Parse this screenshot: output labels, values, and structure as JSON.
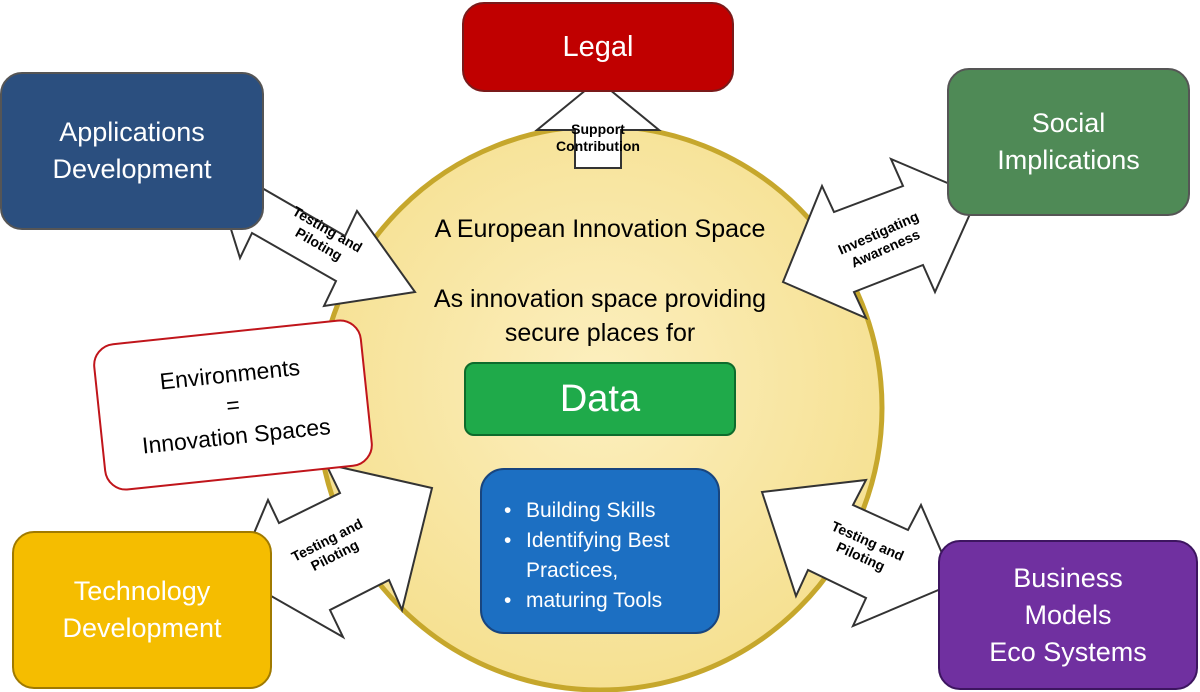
{
  "center": {
    "line1": "A European  Innovation  Space",
    "line2": "As innovation  space providing",
    "line3": "secure places for",
    "data_label": "Data",
    "bullets": [
      "Building Skills",
      "Identifying Best Practices,",
      "maturing Tools"
    ]
  },
  "boxes": {
    "legal": "Legal",
    "applications": [
      "Applications",
      "Development"
    ],
    "social": [
      "Social",
      "Implications"
    ],
    "technology": [
      "Technology",
      "Development"
    ],
    "business": [
      "Business",
      "Models",
      "Eco Systems"
    ],
    "environments": [
      "Environments",
      "=",
      "Innovation Spaces"
    ]
  },
  "arrows": {
    "top": [
      "Support",
      "Contribution"
    ],
    "upper_left": [
      "Testing and",
      "Piloting"
    ],
    "upper_right": [
      "Investigating",
      "Awareness"
    ],
    "lower_left": [
      "Testing and",
      "Piloting"
    ],
    "lower_right": [
      "Testing and",
      "Piloting"
    ]
  },
  "colors": {
    "circle_fill": "#f8e7a1",
    "circle_border": "#c6a72c",
    "legal": "#c00000",
    "applications": "#2b4f7f",
    "social": "#4f8a56",
    "technology": "#f5bd00",
    "business": "#7030a0",
    "data": "#1faa4a",
    "bullets": "#1c6fc2"
  }
}
